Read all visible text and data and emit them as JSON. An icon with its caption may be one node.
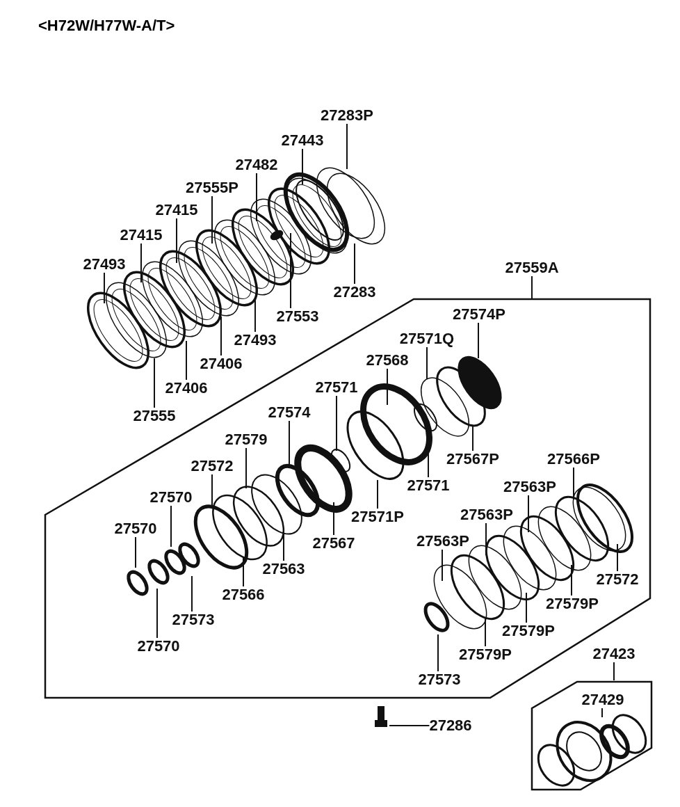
{
  "diagram": {
    "title": "<H72W/H77W-A/T>",
    "nodes": [
      {
        "text": [
          "27283P"
        ]
      },
      {
        "text": [
          "27443"
        ]
      },
      {
        "text": [
          "27482"
        ]
      },
      {
        "text": [
          "27555P"
        ]
      },
      {
        "text": [
          "27415"
        ]
      },
      {
        "text": [
          "27415"
        ]
      },
      {
        "text": [
          "27493"
        ]
      },
      {
        "text": [
          "27283"
        ]
      },
      {
        "text": [
          "27553"
        ]
      },
      {
        "text": [
          "27493"
        ]
      },
      {
        "text": [
          "27406"
        ]
      },
      {
        "text": [
          "27406"
        ]
      },
      {
        "text": [
          "27555"
        ]
      },
      {
        "text": [
          "27559A"
        ]
      },
      {
        "text": [],
        "shape": "box"
      },
      {
        "text": [
          "27574P"
        ],
        "in": 14
      },
      {
        "text": [
          "27571Q"
        ],
        "in": 14
      },
      {
        "text": [
          "27568"
        ],
        "in": 14
      },
      {
        "text": [
          "27571"
        ],
        "in": 14
      },
      {
        "text": [
          "27574"
        ],
        "in": 14
      },
      {
        "text": [
          "27567P"
        ],
        "in": 14
      },
      {
        "text": [
          "27579"
        ],
        "in": 14
      },
      {
        "text": [
          "27571"
        ],
        "in": 14
      },
      {
        "text": [
          "27566P"
        ],
        "in": 14
      },
      {
        "text": [
          "27572"
        ],
        "in": 14
      },
      {
        "text": [
          "27563P"
        ],
        "in": 14
      },
      {
        "text": [
          "27570"
        ],
        "in": 14
      },
      {
        "text": [
          "27571P"
        ],
        "in": 14
      },
      {
        "text": [
          "27570"
        ],
        "in": 14
      },
      {
        "text": [
          "27567"
        ],
        "in": 14
      },
      {
        "text": [
          "27563P"
        ],
        "in": 14
      },
      {
        "text": [
          "27563"
        ],
        "in": 14
      },
      {
        "text": [
          "27563P"
        ],
        "in": 14
      },
      {
        "text": [
          "27566"
        ],
        "in": 14
      },
      {
        "text": [
          "27572"
        ],
        "in": 14
      },
      {
        "text": [
          "27579P"
        ],
        "in": 14
      },
      {
        "text": [
          "27573"
        ],
        "in": 14
      },
      {
        "text": [
          "27579P"
        ],
        "in": 14
      },
      {
        "text": [
          "27579P"
        ],
        "in": 14
      },
      {
        "text": [
          "27570"
        ],
        "in": 14
      },
      {
        "text": [
          "27573"
        ],
        "in": 14
      },
      {
        "text": [
          "27423"
        ]
      },
      {
        "text": [],
        "shape": "box"
      },
      {
        "text": [
          "27429"
        ],
        "in": 42
      },
      {
        "text": [
          "27286"
        ]
      }
    ],
    "edges": [
      {
        "from": 0,
        "to": null,
        "arrow": "none"
      },
      {
        "from": 1,
        "to": null,
        "arrow": "none"
      },
      {
        "from": 2,
        "to": null,
        "arrow": "none"
      },
      {
        "from": 3,
        "to": null,
        "arrow": "none"
      },
      {
        "from": 4,
        "to": null,
        "arrow": "none"
      },
      {
        "from": 5,
        "to": null,
        "arrow": "none"
      },
      {
        "from": 6,
        "to": null,
        "arrow": "none"
      },
      {
        "from": 7,
        "to": null,
        "arrow": "none"
      },
      {
        "from": 8,
        "to": null,
        "arrow": "none"
      },
      {
        "from": 9,
        "to": null,
        "arrow": "none"
      },
      {
        "from": 10,
        "to": null,
        "arrow": "none"
      },
      {
        "from": 11,
        "to": null,
        "arrow": "none"
      },
      {
        "from": 12,
        "to": null,
        "arrow": "none"
      },
      {
        "from": 13,
        "to": 14,
        "arrow": "none"
      },
      {
        "from": 15,
        "to": null,
        "arrow": "none"
      },
      {
        "from": 16,
        "to": null,
        "arrow": "none"
      },
      {
        "from": 17,
        "to": null,
        "arrow": "none"
      },
      {
        "from": 18,
        "to": null,
        "arrow": "none"
      },
      {
        "from": 19,
        "to": null,
        "arrow": "none"
      },
      {
        "from": 20,
        "to": null,
        "arrow": "none"
      },
      {
        "from": 21,
        "to": null,
        "arrow": "none"
      },
      {
        "from": 22,
        "to": null,
        "arrow": "none"
      },
      {
        "from": 23,
        "to": null,
        "arrow": "none"
      },
      {
        "from": 24,
        "to": null,
        "arrow": "none"
      },
      {
        "from": 25,
        "to": null,
        "arrow": "none"
      },
      {
        "from": 26,
        "to": null,
        "arrow": "none"
      },
      {
        "from": 27,
        "to": null,
        "arrow": "none"
      },
      {
        "from": 28,
        "to": null,
        "arrow": "none"
      },
      {
        "from": 29,
        "to": null,
        "arrow": "none"
      },
      {
        "from": 30,
        "to": null,
        "arrow": "none"
      },
      {
        "from": 31,
        "to": null,
        "arrow": "none"
      },
      {
        "from": 32,
        "to": null,
        "arrow": "none"
      },
      {
        "from": 33,
        "to": null,
        "arrow": "none"
      },
      {
        "from": 34,
        "to": null,
        "arrow": "none"
      },
      {
        "from": 35,
        "to": null,
        "arrow": "none"
      },
      {
        "from": 36,
        "to": null,
        "arrow": "none"
      },
      {
        "from": 37,
        "to": null,
        "arrow": "none"
      },
      {
        "from": 38,
        "to": null,
        "arrow": "none"
      },
      {
        "from": 39,
        "to": null,
        "arrow": "none"
      },
      {
        "from": 40,
        "to": null,
        "arrow": "none"
      },
      {
        "from": 41,
        "to": 42,
        "arrow": "none"
      },
      {
        "from": 43,
        "to": null,
        "arrow": "none"
      },
      {
        "from": 44,
        "to": null,
        "arrow": "none"
      }
    ]
  }
}
